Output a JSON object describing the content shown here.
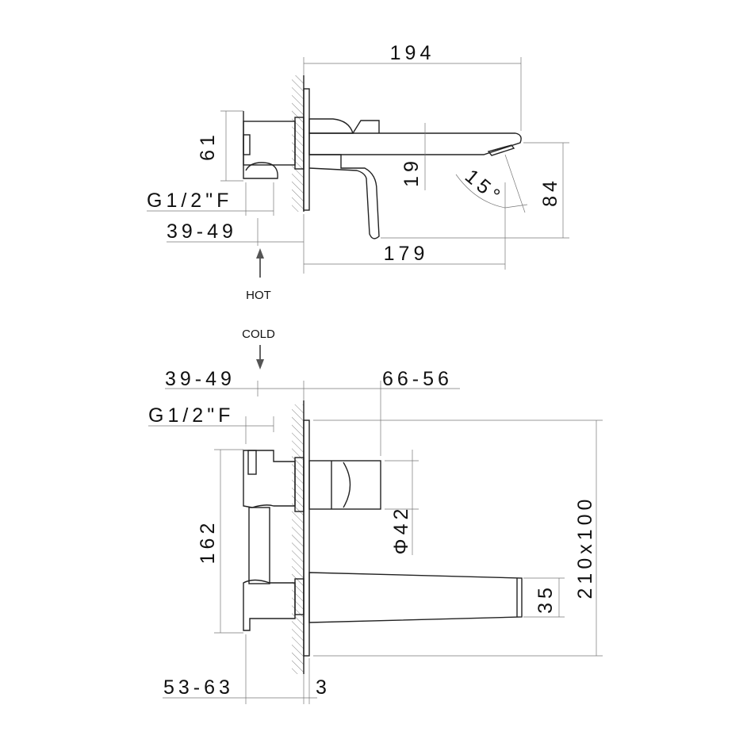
{
  "title": "Wall-mounted basin mixer technical drawing",
  "side_view": {
    "overall_length": "194",
    "body_height": "61",
    "thread": "G1/2\"F",
    "depth": "39-49",
    "spout_reach": "179",
    "spout_thickness": "19",
    "angle": "15°",
    "spout_height": "84",
    "inlet_label": "HOT"
  },
  "front_view": {
    "inlet_label": "COLD",
    "depth": "39-49",
    "offset": "66-56",
    "thread": "G1/2\"F",
    "body_height": "162",
    "handle_diameter": "Φ42",
    "spout_width": "35",
    "plate_size": "210x100",
    "installation_depth": "53-63",
    "plate_thickness": "3"
  }
}
